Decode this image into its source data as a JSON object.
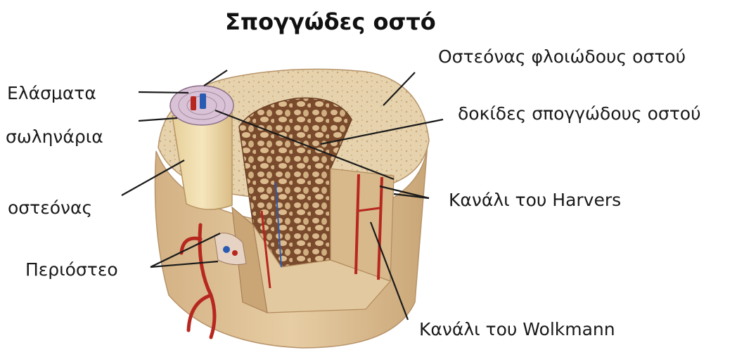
{
  "title": "Σπογγώδες οστό",
  "labels": {
    "lamellae": "Ελάσματα",
    "canaliculi": "σωληνάρια",
    "osteon": "οστεόνας",
    "periosteum": "Περιόστεο",
    "cortical_osteon": "Οστεόνας φλοιώδους οστού",
    "trabeculae": "δοκίδες σπογγώδους οστού",
    "haversian_canal": "Κανάλι του Harvers",
    "volkmann_canal": "Κανάλι του Wolkmann"
  },
  "colors": {
    "bone_top": "#e8d6b0",
    "bone_side": "#d9b98b",
    "spongy": "#8a5a3a",
    "vessel_red": "#b6271f",
    "vessel_blue": "#2a5bb3",
    "leader_line": "#1a1a1a"
  }
}
